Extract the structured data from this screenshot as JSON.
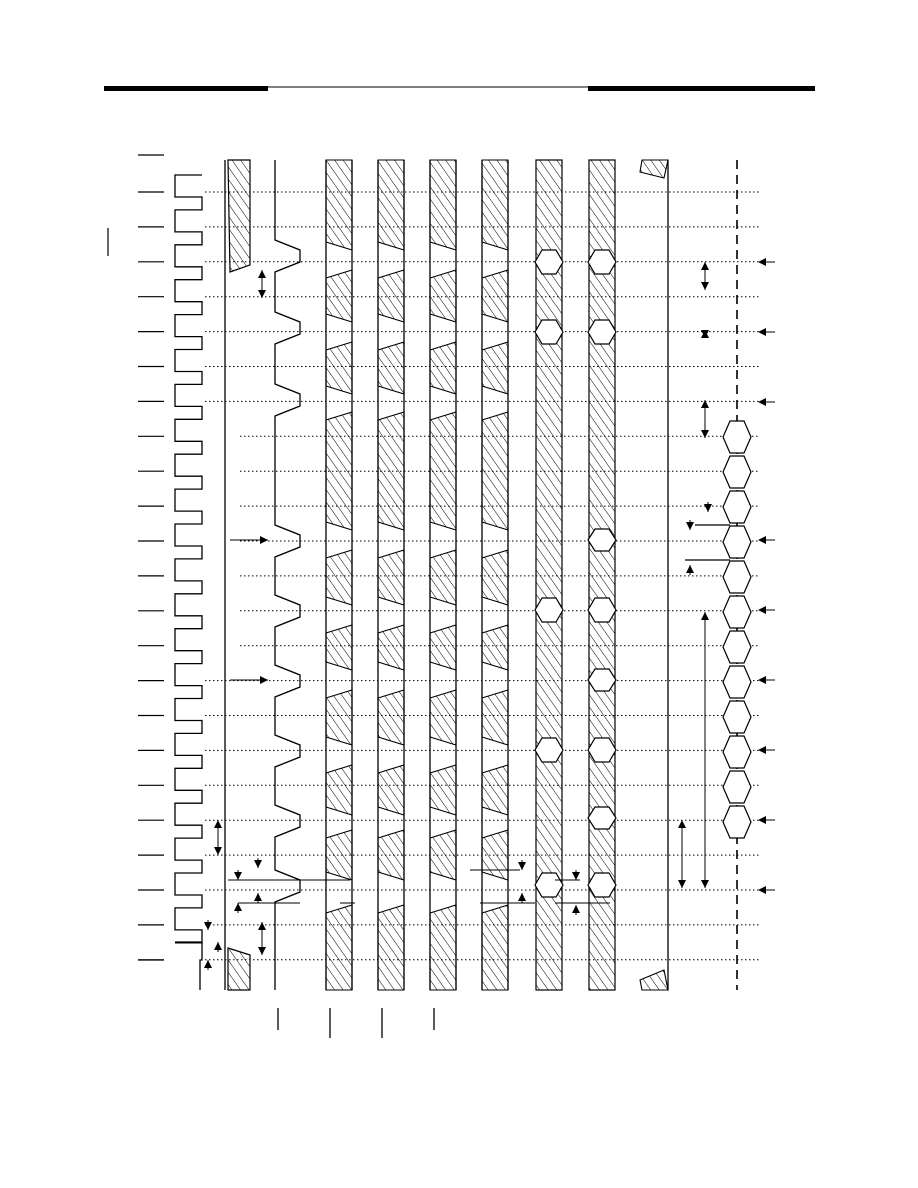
{
  "figure": {
    "type": "timing-diagram",
    "background": "#ffffff",
    "ink": "#000000",
    "hatch": "diagonal",
    "clock_cycles": 23,
    "signals": [
      {
        "name": "clock",
        "style": "square-wave"
      },
      {
        "name": "reset-strobe",
        "style": "level-with-hatched-edges"
      },
      {
        "name": "address-strobe",
        "style": "notched-line"
      },
      {
        "name": "data-1",
        "style": "hatched-bus"
      },
      {
        "name": "data-2",
        "style": "hatched-bus"
      },
      {
        "name": "data-3",
        "style": "hatched-bus"
      },
      {
        "name": "data-4",
        "style": "hatched-bus"
      },
      {
        "name": "bus-a",
        "style": "hexagon-bus"
      },
      {
        "name": "bus-b",
        "style": "hexagon-bus"
      },
      {
        "name": "enable",
        "style": "level-line"
      },
      {
        "name": "sample-bus",
        "style": "dashed-with-hexagons"
      }
    ],
    "text_labels": []
  }
}
